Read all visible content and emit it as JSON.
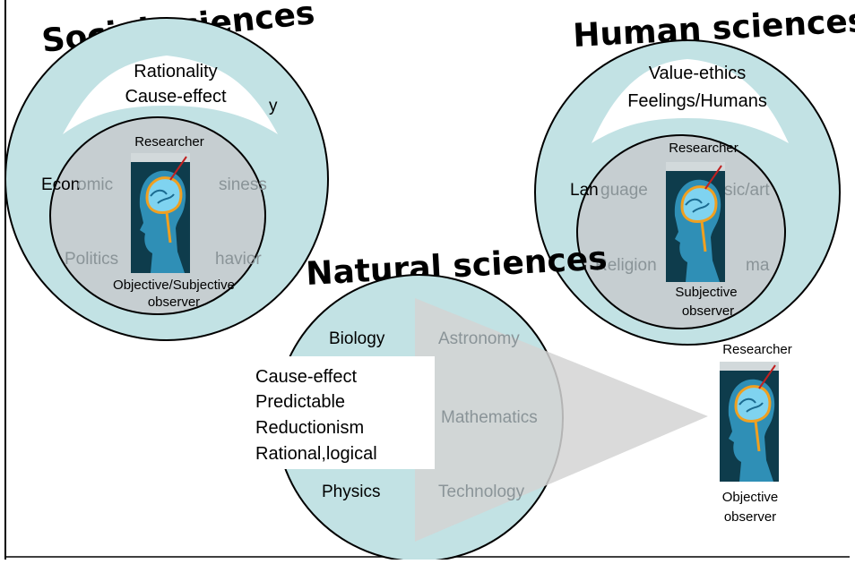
{
  "colors": {
    "circle_fill": "#c2e2e4",
    "inner_fill": "#c6ced1",
    "beam_fill": "#cfcfcf",
    "brain_bg": "#0e3c4c",
    "brain_glow": "#f0a020"
  },
  "social": {
    "title": "Social sciences",
    "top_lines": [
      "Rationality",
      "Cause-effect"
    ],
    "hidden_fragment": "y",
    "researcher": "Researcher",
    "left_word": "Econ",
    "left_word_faded": "omic",
    "right_word_faded": "siness",
    "bottom_left_faded": "Politics",
    "bottom_right_faded": "havior",
    "observer_lines": [
      "Objective/Subjective",
      "observer"
    ]
  },
  "human": {
    "title": "Human sciences",
    "top_lines": [
      "Value-ethics",
      "Feelings/Humans"
    ],
    "researcher": "Researcher",
    "left_word": "Lan",
    "left_word_faded": "guage",
    "right_word_faded": "sic/art",
    "bottom_left_faded": "Religion",
    "bottom_right_faded": "ma",
    "observer_lines": [
      "Subjective",
      "observer"
    ]
  },
  "natural": {
    "title": "Natural sciences",
    "left_items": [
      "Biology",
      "Physics"
    ],
    "right_items": [
      "Astronomy",
      "Mathematics",
      "Technology"
    ],
    "box_lines": [
      "Cause-effect",
      "Predictable",
      "Reductionism",
      "Rational,logical"
    ]
  },
  "observer": {
    "researcher": "Researcher",
    "lines": [
      "Objective",
      "observer"
    ]
  },
  "icons": [
    "brain-head-icon"
  ]
}
